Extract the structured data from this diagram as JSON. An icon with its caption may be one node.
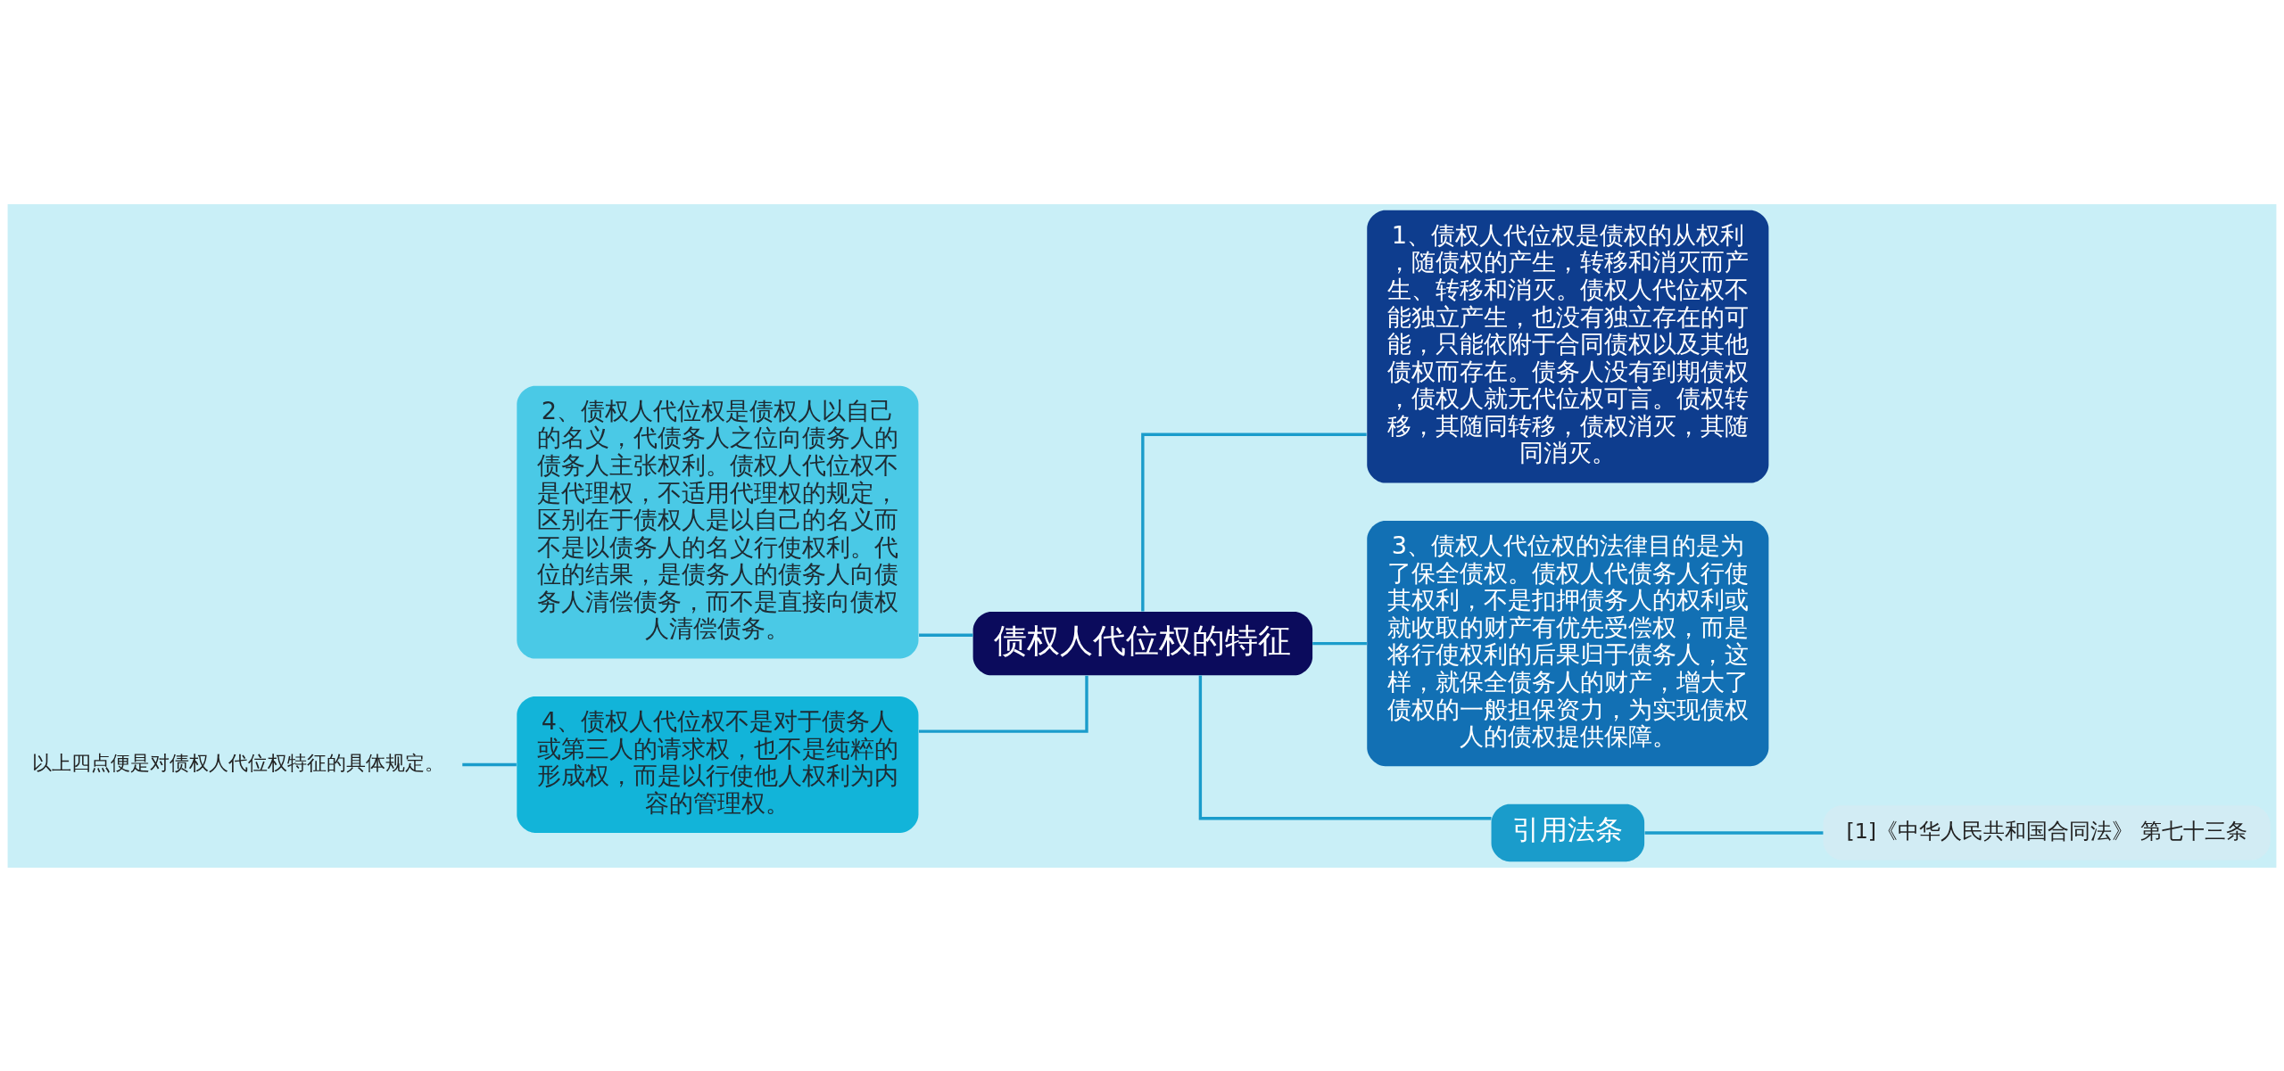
{
  "diagram": {
    "nodes": [
      {
        "text": [
          "债权人代位权的特征"
        ]
      },
      {
        "text": [
          "1、债权人代位权是债权的从权利，随债权的产生，转移和消灭而产生、转移和消灭。债权人代位权不能独立产生，也没有独立存在的可能，只能依附于合同债权以及其他债权而存在。债务人没有到期债权，债权人就无代位权可言。债权转移，其随同转移，债权消灭，其随同消灭。"
        ]
      },
      {
        "text": [
          "3、债权人代位权的法律目的是为了保全债权。债权人代债务人行使其权利，不是扣押债务人的权利或就收取的财产有优先受偿权，而是将行使权利的后果归于债务人，这样，就保全债务人的财产，增大了债权的一般担保资力，为实现债权人的债权提供保障。"
        ]
      },
      {
        "text": [
          "引用法条"
        ]
      },
      {
        "text": [
          "[1]《中华人民共和国合同法》 第七十三条"
        ]
      },
      {
        "text": [
          "2、债权人代位权是债权人以自己的名义，代债务人之位向债务人的债务人主张权利。债权人代位权不是代理权，不适用代理权的规定，区别在于债权人是以自己的名义而不是以债务人的名义行使权利。代位的结果，是债务人的债务人向债务人清偿债务，而不是直接向债权人清偿债务。"
        ]
      },
      {
        "text": [
          "4、债权人代位权不是对于债务人或第三人的请求权，也不是纯粹的形成权，而是以行使他人权利为内容的管理权。"
        ]
      },
      {
        "text": [
          "以上四点便是对债权人代位权特征的具体规定。"
        ]
      }
    ],
    "edges": [
      {
        "from": 0,
        "to": 1,
        "arrow": "none"
      },
      {
        "from": 0,
        "to": 2,
        "arrow": "none"
      },
      {
        "from": 0,
        "to": 3,
        "arrow": "none"
      },
      {
        "from": 3,
        "to": 4,
        "arrow": "none"
      },
      {
        "from": 5,
        "to": 0,
        "arrow": "none"
      },
      {
        "from": 6,
        "to": 0,
        "arrow": "none"
      },
      {
        "from": 7,
        "to": 6,
        "arrow": "none"
      }
    ]
  }
}
